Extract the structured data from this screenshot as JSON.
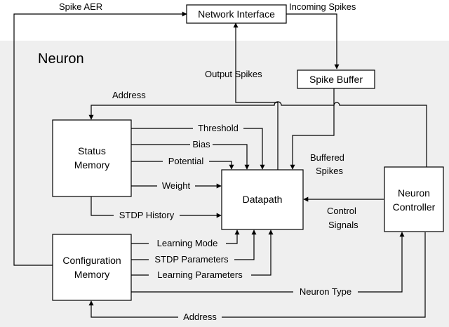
{
  "region": {
    "title": "Neuron",
    "fill": "#efefef"
  },
  "blocks": {
    "network_interface": "Network Interface",
    "spike_buffer": "Spike Buffer",
    "status_memory": [
      "Status",
      "Memory"
    ],
    "configuration_memory": [
      "Configuration",
      "Memory"
    ],
    "datapath": "Datapath",
    "neuron_controller": [
      "Neuron",
      "Controller"
    ]
  },
  "signals": {
    "spike_aer": "Spike AER",
    "incoming_spikes": "Incoming Spikes",
    "output_spikes": "Output Spikes",
    "address_top": "Address",
    "address_bottom": "Address",
    "threshold": "Threshold",
    "bias": "Bias",
    "potential": "Potential",
    "weight": "Weight",
    "stdp_history": "STDP History",
    "buffered_spikes": [
      "Buffered",
      "Spikes"
    ],
    "control_signals": [
      "Control",
      "Signals"
    ],
    "learning_mode": "Learning Mode",
    "stdp_parameters": "STDP Parameters",
    "learning_parameters": "Learning Parameters",
    "neuron_type": "Neuron Type"
  }
}
